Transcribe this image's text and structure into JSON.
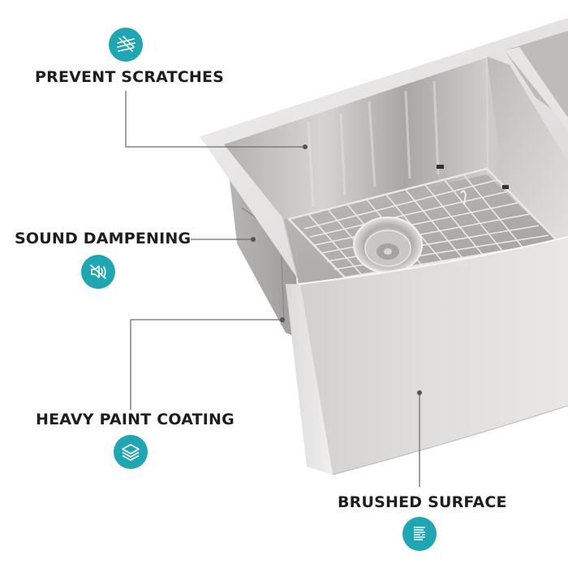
{
  "features": [
    {
      "id": "prevent-scratches",
      "label": "PREVENT SCRATCHES",
      "icon": "scratch-lines-icon"
    },
    {
      "id": "sound-dampening",
      "label": "SOUND DAMPENING",
      "icon": "speaker-muted-icon"
    },
    {
      "id": "heavy-paint-coating",
      "label": "HEAVY PAINT COATING",
      "icon": "layers-stack-icon"
    },
    {
      "id": "brushed-surface",
      "label": "BRUSHED SURFACE",
      "icon": "brushed-lines-icon"
    }
  ],
  "colors": {
    "accent": "#1ea7b2",
    "text": "#1e1e1e",
    "leader_line": "#6e6e6e",
    "steel_light": "#e6e5e5",
    "steel_mid": "#c4c2c1",
    "steel_dark": "#8f8d8c"
  },
  "product": {
    "name": "stainless-steel-farmhouse-double-bowl-sink",
    "accessories": [
      "bottom-grid",
      "basket-strainer"
    ]
  }
}
